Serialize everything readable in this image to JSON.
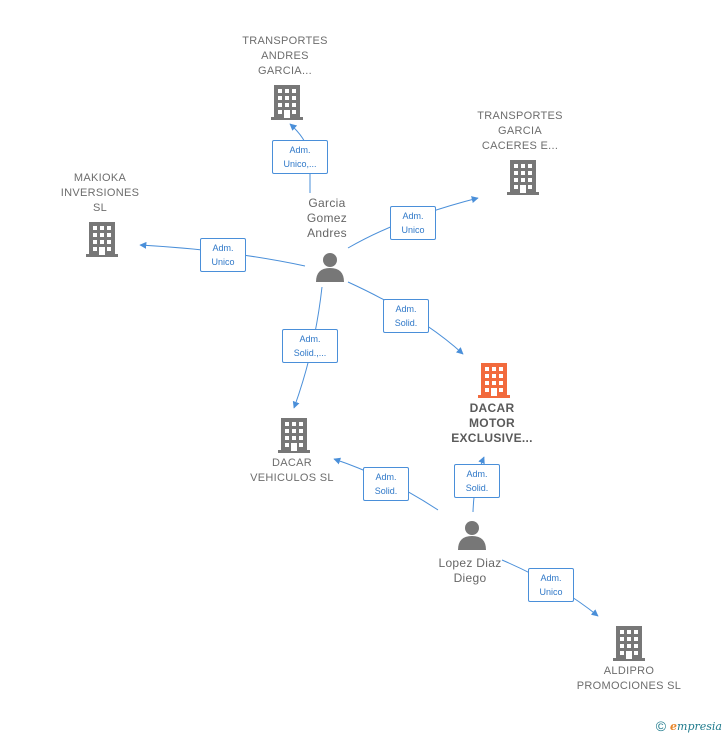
{
  "nodes": {
    "transportes_andres": {
      "label": "TRANSPORTES\nANDRES\nGARCIA...",
      "icon": "building-icon"
    },
    "transportes_garcia": {
      "label": "TRANSPORTES\nGARCIA\nCACERES E...",
      "icon": "building-icon"
    },
    "makioka": {
      "label": "MAKIOKA\nINVERSIONES\nSL",
      "icon": "building-icon"
    },
    "garcia_gomez": {
      "label": "Garcia\nGomez\nAndres",
      "icon": "person-icon"
    },
    "dacar_motor": {
      "label": "DACAR\nMOTOR\nEXCLUSIVE...",
      "icon": "building-icon"
    },
    "dacar_vehiculos": {
      "label": "DACAR\nVEHICULOS SL",
      "icon": "building-icon"
    },
    "lopez_diaz": {
      "label": "Lopez Diaz\nDiego",
      "icon": "person-icon"
    },
    "aldipro": {
      "label": "ALDIPRO\nPROMOCIONES SL",
      "icon": "building-icon"
    }
  },
  "edges": {
    "e1": "Adm.\nUnico,...",
    "e2": "Adm.\nUnico",
    "e3": "Adm.\nUnico",
    "e4": "Adm.\nSolid.",
    "e5": "Adm.\nSolid.,...",
    "e6": "Adm.\nSolid.",
    "e7": "Adm.\nSolid.",
    "e8": "Adm.\nUnico"
  },
  "colors": {
    "edge": "#4a8fd9",
    "icon": "#777777",
    "highlight": "#f26a3d"
  },
  "footer": {
    "copyright": "©",
    "brand_e": "e",
    "brand_rest": "mpresia"
  }
}
